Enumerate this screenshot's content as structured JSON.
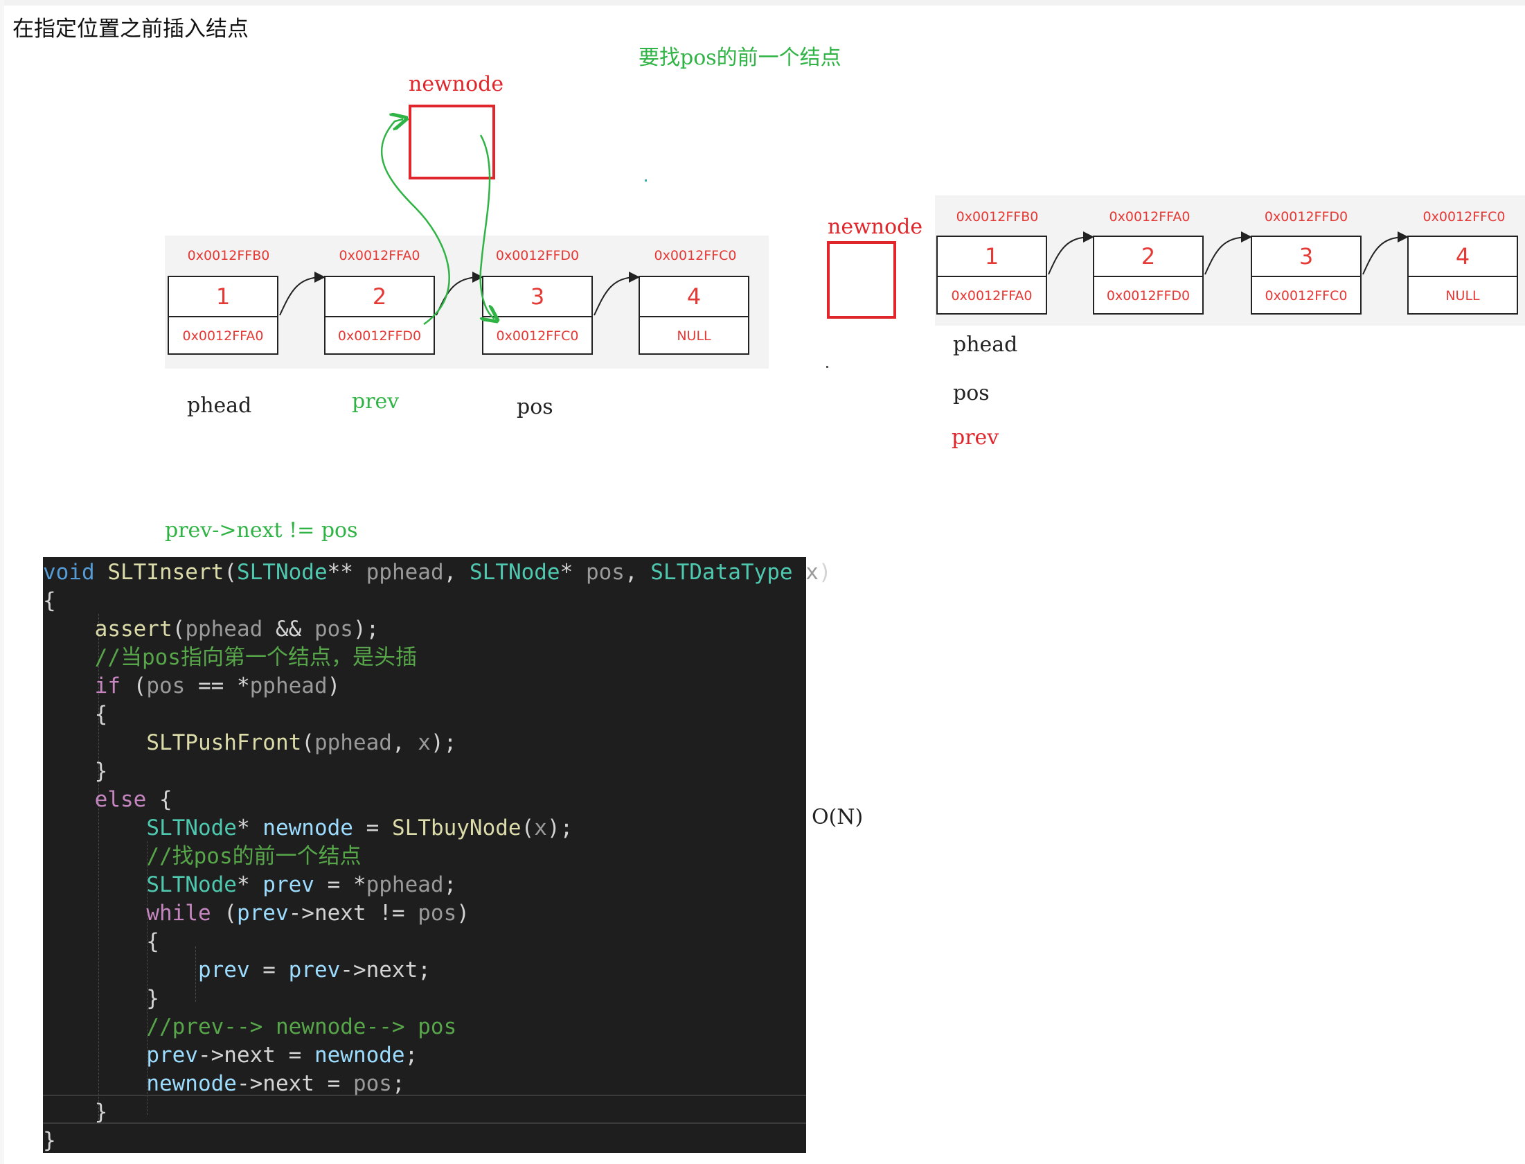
{
  "heading": "在指定位置之前插入结点",
  "annotations": {
    "find_prev": "要找pos的前一个结点",
    "newnode_left": "newnode",
    "newnode_right": "newnode",
    "loop_condition": "prev->next != pos",
    "complexity": "O(N)"
  },
  "diagram_left": {
    "nodes": [
      {
        "addr": "0x0012FFB0",
        "value": "1",
        "next": "0x0012FFA0"
      },
      {
        "addr": "0x0012FFA0",
        "value": "2",
        "next": "0x0012FFD0"
      },
      {
        "addr": "0x0012FFD0",
        "value": "3",
        "next": "0x0012FFC0"
      },
      {
        "addr": "0x0012FFC0",
        "value": "4",
        "next": "NULL"
      }
    ],
    "labels": {
      "phead": "phead",
      "prev": "prev",
      "pos": "pos"
    }
  },
  "diagram_right": {
    "nodes": [
      {
        "addr": "0x0012FFB0",
        "value": "1",
        "next": "0x0012FFA0"
      },
      {
        "addr": "0x0012FFA0",
        "value": "2",
        "next": "0x0012FFD0"
      },
      {
        "addr": "0x0012FFD0",
        "value": "3",
        "next": "0x0012FFC0"
      },
      {
        "addr": "0x0012FFC0",
        "value": "4",
        "next": "NULL"
      }
    ],
    "labels": {
      "phead": "phead",
      "pos": "pos",
      "prev": "prev"
    }
  },
  "code": {
    "lines": [
      "void SLTInsert(SLTNode** pphead, SLTNode* pos, SLTDataType x)",
      "{",
      "    assert(pphead && pos);",
      "    //当pos指向第一个结点，是头插",
      "    if (pos == *pphead)",
      "    {",
      "        SLTPushFront(pphead, x);",
      "    }",
      "    else {",
      "        SLTNode* newnode = SLTbuyNode(x);",
      "        //找pos的前一个结点",
      "        SLTNode* prev = *pphead;",
      "        while (prev->next != pos)",
      "        {",
      "            prev = prev->next;",
      "        }",
      "        //prev--> newnode--> pos",
      "        prev->next = newnode;",
      "        newnode->next = pos;",
      "    }",
      "}"
    ]
  },
  "colors": {
    "red": "#e0262a",
    "green": "#2fb344",
    "code_bg": "#1e1e1e"
  }
}
